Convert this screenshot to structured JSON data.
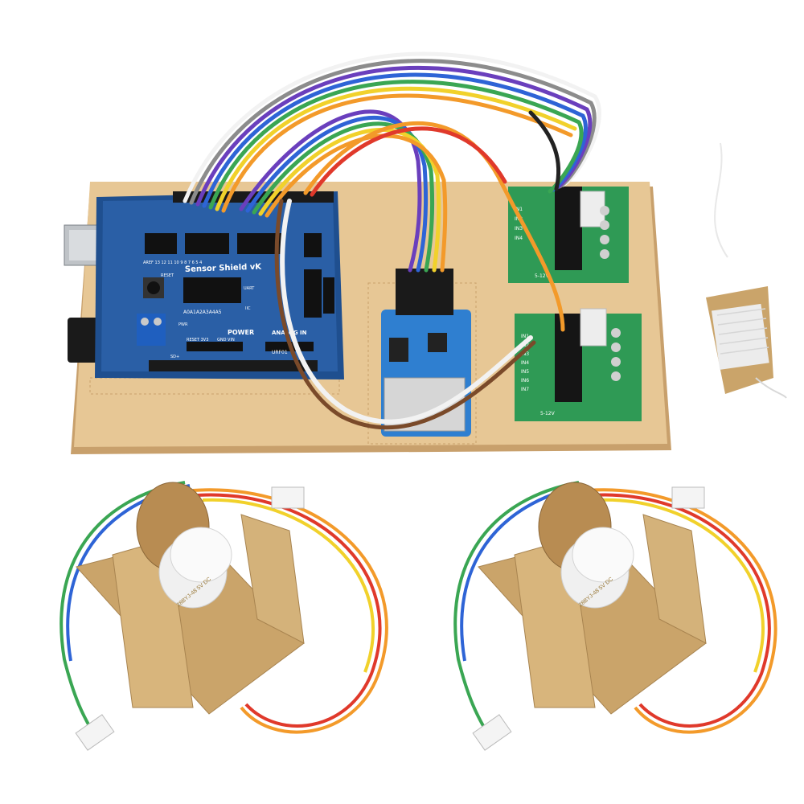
{
  "shield": {
    "title": "Sensor Shield vK",
    "power_label": "POWER",
    "analog_label": "ANALOG IN",
    "analog_pins": "A0A1A2A3A4A5",
    "uart_label": "UART",
    "iic_label": "IIC",
    "reset_label": "RESET",
    "pwr_label": "PWR",
    "sd_label": "SD+",
    "pwr_pins": "GND VIN",
    "rst_pins": "RESET 3V3",
    "urf_label": "URF01",
    "digital_pins": "AREF 13 12 11 10 9 8 7 6 5 4"
  },
  "driver_top": {
    "inputs": [
      "IN1",
      "IN2",
      "IN3",
      "IN4"
    ],
    "voltage": "5-12V"
  },
  "driver_bottom": {
    "inputs": [
      "IN1",
      "IN2",
      "IN3",
      "IN4",
      "IN5",
      "IN6",
      "IN7"
    ],
    "voltage": "5-12V"
  },
  "motor_label": "28BYJ-48 5V DC",
  "colors": {
    "board": "#e7c795",
    "board_edge": "#c8a06c",
    "pcb_blue": "#1f4f8f",
    "pcb_green": "#2f9a55",
    "sd_blue": "#2f7fd0",
    "wire_brown": "#7a4a2a",
    "wire_red": "#e0392b",
    "wire_orange": "#f39a2a",
    "wire_yellow": "#f1d12b",
    "wire_green": "#3aa653",
    "wire_blue": "#2e64d6",
    "wire_purple": "#6a3fbd",
    "wire_gray": "#8c8c8c",
    "wire_white": "#f2f2f2",
    "wire_black": "#222222",
    "wood": "#caa46a",
    "motor_white": "#f0f0f0"
  }
}
